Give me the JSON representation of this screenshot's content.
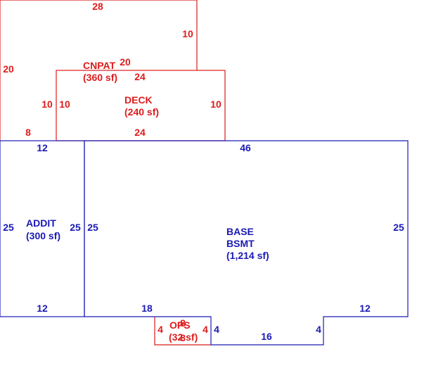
{
  "colors": {
    "red": "#dd1c1c",
    "blue": "#1a1ab4",
    "background": "#ffffff"
  },
  "areas": [
    {
      "id": "cnpat",
      "name": "CNPAT",
      "area": "(360 sf)",
      "color": "red",
      "dims": {
        "top": "28",
        "right_upper": "10",
        "left": "20",
        "inner_right": "20",
        "bottom_left": "8",
        "inner_left": "10"
      }
    },
    {
      "id": "deck",
      "name": "DECK",
      "area": "(240 sf)",
      "color": "red",
      "dims": {
        "top": "24",
        "left": "10",
        "right": "10",
        "bottom": "24"
      }
    },
    {
      "id": "addit",
      "name": "ADDIT",
      "area": "(300 sf)",
      "color": "blue",
      "dims": {
        "top": "12",
        "left": "25",
        "right": "25",
        "bottom": "12"
      }
    },
    {
      "id": "base",
      "name": "BASE",
      "name_line2": "BSMT",
      "area": "(1,214 sf)",
      "color": "blue",
      "dims": {
        "top": "46",
        "left": "25",
        "right": "25",
        "bottom_left": "18",
        "notch_left": "4",
        "notch_bottom": "16",
        "notch_right": "4",
        "bottom_right": "12"
      }
    },
    {
      "id": "ops",
      "name": "OPS",
      "area": "(32 sf)",
      "color": "red",
      "dims": {
        "left": "4",
        "right": "4",
        "top": "8",
        "bottom": "8"
      }
    }
  ]
}
